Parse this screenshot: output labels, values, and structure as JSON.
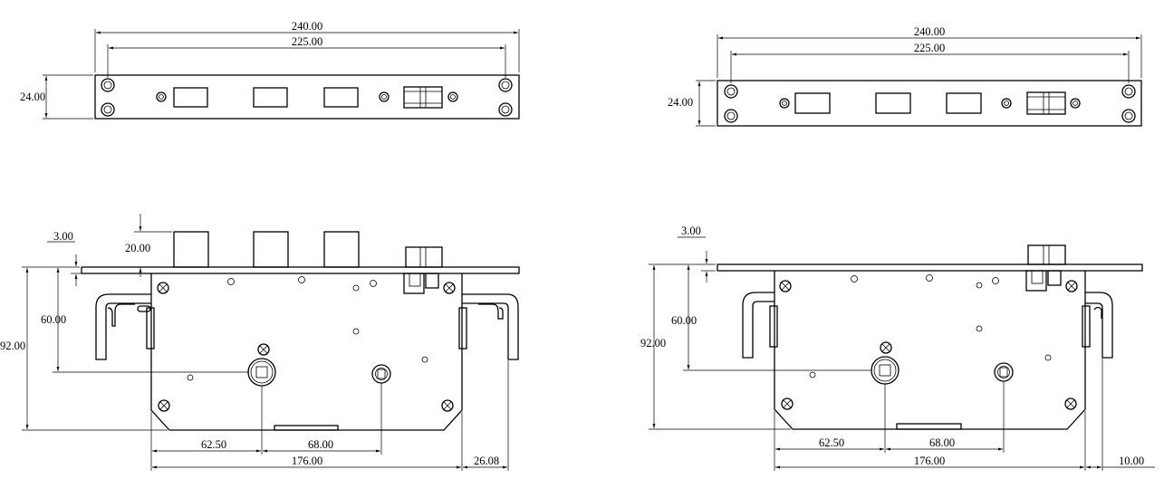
{
  "views": {
    "left": {
      "faceplate": {
        "overall_width": "240.00",
        "hole_spacing": "225.00",
        "height": "24.00"
      },
      "side": {
        "plate_thickness": "3.00",
        "button_height": "20.00",
        "top_to_spindle": "60.00",
        "overall_height": "92.00",
        "spindle_offset": "62.50",
        "spindle_to_cylinder": "68.00",
        "body_width": "176.00",
        "bracket_offset": "26.08"
      }
    },
    "right": {
      "faceplate": {
        "overall_width": "240.00",
        "hole_spacing": "225.00",
        "height": "24.00"
      },
      "side": {
        "plate_thickness": "3.00",
        "top_to_spindle": "60.00",
        "overall_height": "92.00",
        "spindle_offset": "62.50",
        "spindle_to_cylinder": "68.00",
        "body_width": "176.00",
        "bracket_offset": "10.00"
      }
    }
  }
}
